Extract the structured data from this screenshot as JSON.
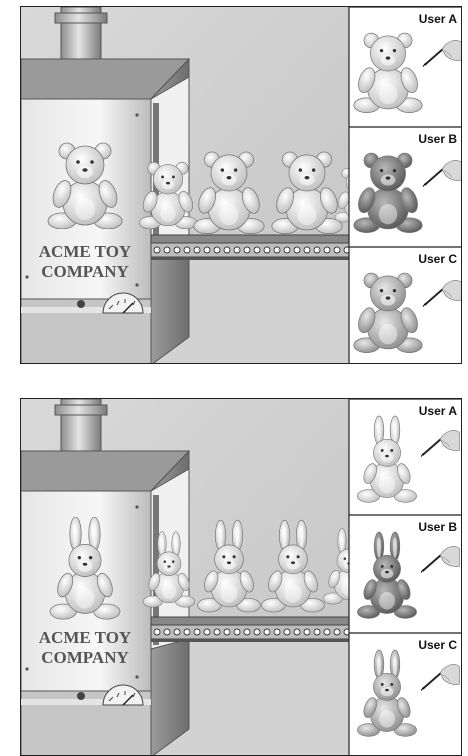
{
  "panels": [
    {
      "id": "bears",
      "toy": "teddy-bear",
      "company_line1": "ACME TOY",
      "company_line2": "COMPANY",
      "users": [
        "User A",
        "User B",
        "User C"
      ]
    },
    {
      "id": "bunnies",
      "toy": "bunny",
      "company_line1": "ACME TOY",
      "company_line2": "COMPANY",
      "users": [
        "User A",
        "User B",
        "User C"
      ]
    }
  ],
  "icons": [
    "teddy-bear-icon",
    "bunny-icon",
    "hand-with-pen-icon",
    "toy-machine-icon",
    "conveyor-belt-icon",
    "dial-gauge-icon"
  ]
}
